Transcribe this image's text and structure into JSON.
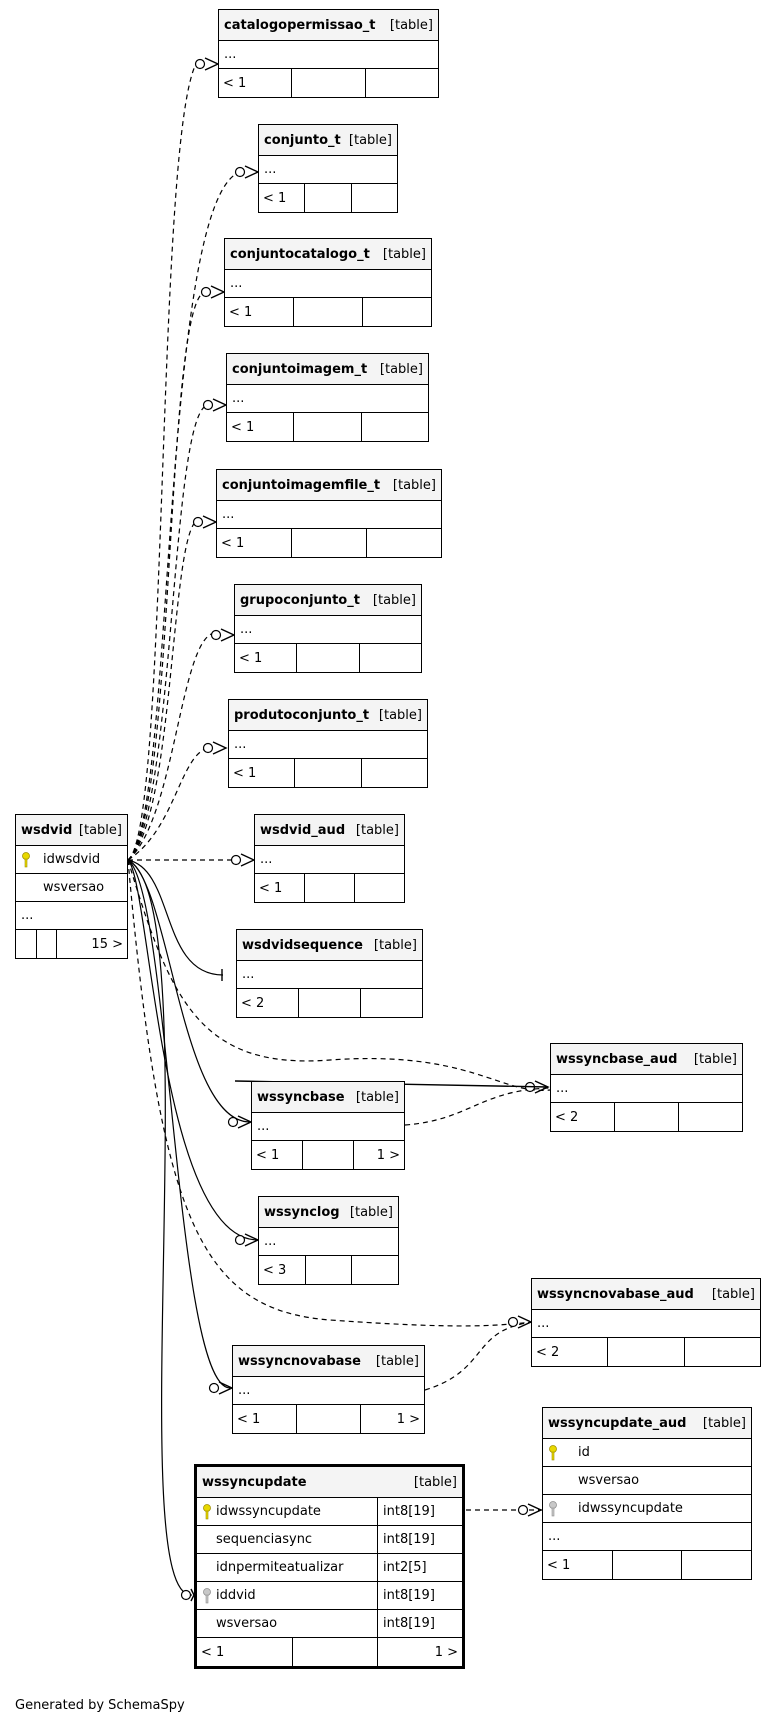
{
  "footer": "Generated by SchemaSpy",
  "type_label": "[table]",
  "ellipsis": "...",
  "tables": {
    "catalogopermissao_t": {
      "name": "catalogopermissao_t",
      "rel_left": "< 1",
      "rel_right": ""
    },
    "conjunto_t": {
      "name": "conjunto_t",
      "rel_left": "< 1",
      "rel_right": ""
    },
    "conjuntocatalogo_t": {
      "name": "conjuntocatalogo_t",
      "rel_left": "< 1",
      "rel_right": ""
    },
    "conjuntoimagem_t": {
      "name": "conjuntoimagem_t",
      "rel_left": "< 1",
      "rel_right": ""
    },
    "conjuntoimagemfile_t": {
      "name": "conjuntoimagemfile_t",
      "rel_left": "< 1",
      "rel_right": ""
    },
    "grupoconjunto_t": {
      "name": "grupoconjunto_t",
      "rel_left": "< 1",
      "rel_right": ""
    },
    "produtoconjunto_t": {
      "name": "produtoconjunto_t",
      "rel_left": "< 1",
      "rel_right": ""
    },
    "wsdvid_aud": {
      "name": "wsdvid_aud",
      "rel_left": "< 1",
      "rel_right": ""
    },
    "wsdvidsequence": {
      "name": "wsdvidsequence",
      "rel_left": "< 2",
      "rel_right": ""
    },
    "wssyncbase_aud": {
      "name": "wssyncbase_aud",
      "rel_left": "< 2",
      "rel_right": ""
    },
    "wssyncbase": {
      "name": "wssyncbase",
      "rel_left": "< 1",
      "rel_right": "1 >"
    },
    "wssynclog": {
      "name": "wssynclog",
      "rel_left": "< 3",
      "rel_right": ""
    },
    "wssyncnovabase_aud": {
      "name": "wssyncnovabase_aud",
      "rel_left": "< 2",
      "rel_right": ""
    },
    "wssyncnovabase": {
      "name": "wssyncnovabase",
      "rel_left": "< 1",
      "rel_right": "1 >"
    },
    "wsdvid": {
      "name": "wsdvid",
      "columns": [
        "idwsdvid",
        "wsversao"
      ],
      "rel_left": "",
      "rel_right": "15 >"
    },
    "wssyncupdate_aud": {
      "name": "wssyncupdate_aud",
      "columns": [
        "id",
        "wsversao",
        "idwssyncupdate"
      ],
      "rel_left": "< 1",
      "rel_right": ""
    },
    "wssyncupdate": {
      "name": "wssyncupdate",
      "columns": [
        {
          "name": "idwssyncupdate",
          "type": "int8[19]"
        },
        {
          "name": "sequenciasync",
          "type": "int8[19]"
        },
        {
          "name": "idnpermiteatualizar",
          "type": "int2[5]"
        },
        {
          "name": "iddvid",
          "type": "int8[19]"
        },
        {
          "name": "wsversao",
          "type": "int8[19]"
        }
      ],
      "rel_left": "< 1",
      "rel_right": "1 >"
    }
  },
  "colors": {
    "primary_key": "#e8d800",
    "foreign_key": "#b0b0b0",
    "header_bg": "#f4f4f4"
  }
}
